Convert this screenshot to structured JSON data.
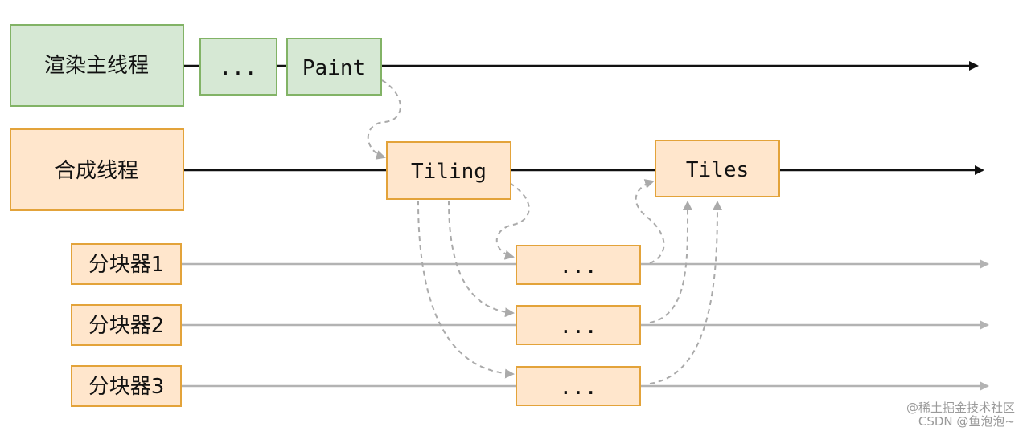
{
  "threads": {
    "main_label": "渲染主线程",
    "main_step_ellipsis": "...",
    "main_step_paint": "Paint",
    "compositor_label": "合成线程",
    "compositor_step_tiling": "Tiling",
    "compositor_step_tiles": "Tiles",
    "tilers": [
      {
        "label": "分块器1",
        "task": "..."
      },
      {
        "label": "分块器2",
        "task": "..."
      },
      {
        "label": "分块器3",
        "task": "..."
      }
    ]
  },
  "watermark": {
    "line1": "@稀土掘金技术社区",
    "line2": "CSDN @鱼泡泡~"
  },
  "colors": {
    "main_fill": "#d6e8d4",
    "main_stroke": "#82b366",
    "orange_fill": "#ffe6cc",
    "orange_stroke": "#e3a33a",
    "black_line": "#111111",
    "gray_line": "#b3b3b3",
    "dashed": "#aaaaaa"
  }
}
